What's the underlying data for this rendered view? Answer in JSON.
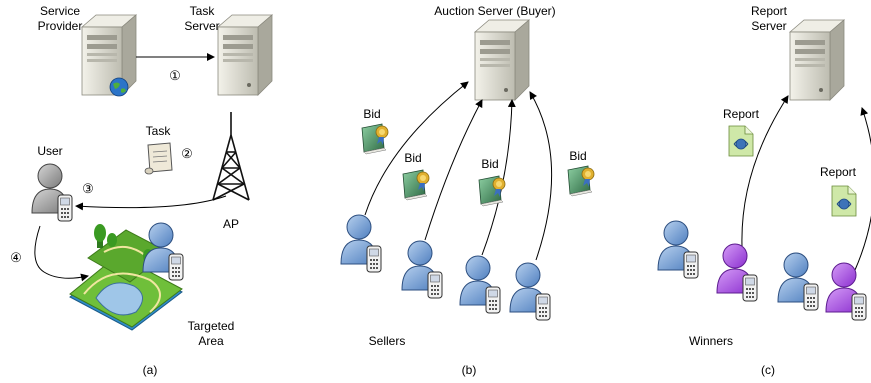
{
  "panel_a": {
    "service_provider_line1": "Service",
    "service_provider_line2": "Provider",
    "task_server_line1": "Task",
    "task_server_line2": "Server",
    "step1": "①",
    "task_label": "Task",
    "step2": "②",
    "user_label": "User",
    "step3": "③",
    "ap_label": "AP",
    "step4": "④",
    "targeted_line1": "Targeted",
    "targeted_line2": "Area",
    "caption": "(a)"
  },
  "panel_b": {
    "server_label": "Auction Server (Buyer)",
    "bid_labels": [
      "Bid",
      "Bid",
      "Bid",
      "Bid"
    ],
    "sellers_label": "Sellers",
    "caption": "(b)"
  },
  "panel_c": {
    "server_line1": "Report",
    "server_line2": "Server",
    "report_labels": [
      "Report",
      "Report"
    ],
    "winners_label": "Winners",
    "caption": "(c)"
  },
  "colors": {
    "server_body": "#d9d8cc",
    "user_blue": "#7fa6d6",
    "winner_purple": "#a44fe0",
    "user_gray": "#9a9a9a",
    "bid_book": "#4d8a63",
    "report_doc": "#cfe8a8",
    "map_green": "#6fbf3a",
    "tower": "#222222"
  }
}
